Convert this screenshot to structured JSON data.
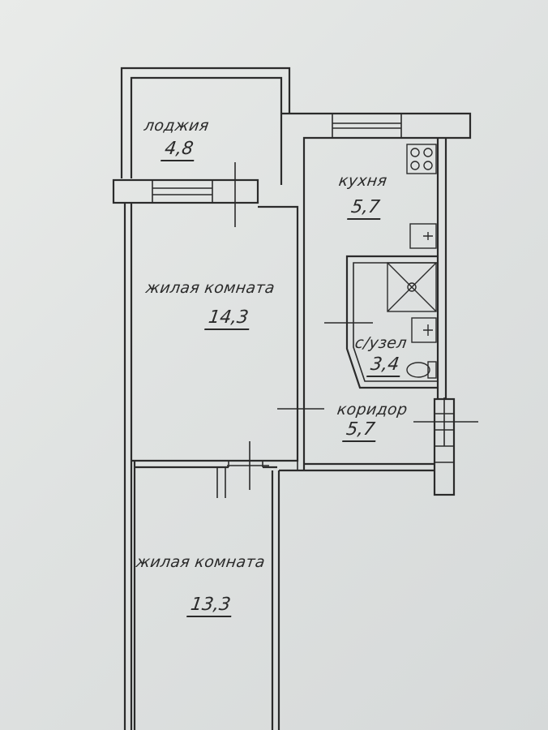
{
  "rooms": {
    "loggia": {
      "name": "лоджия",
      "area": "4,8"
    },
    "kitchen": {
      "name": "кухня",
      "area": "5,7"
    },
    "living1": {
      "name": "жилая комната",
      "area": "14,3"
    },
    "bathroom": {
      "name": "с/узел",
      "area": "3,4"
    },
    "corridor": {
      "name": "коридор",
      "area": "5,7"
    },
    "living2": {
      "name": "жилая комната",
      "area": "13,3"
    }
  }
}
